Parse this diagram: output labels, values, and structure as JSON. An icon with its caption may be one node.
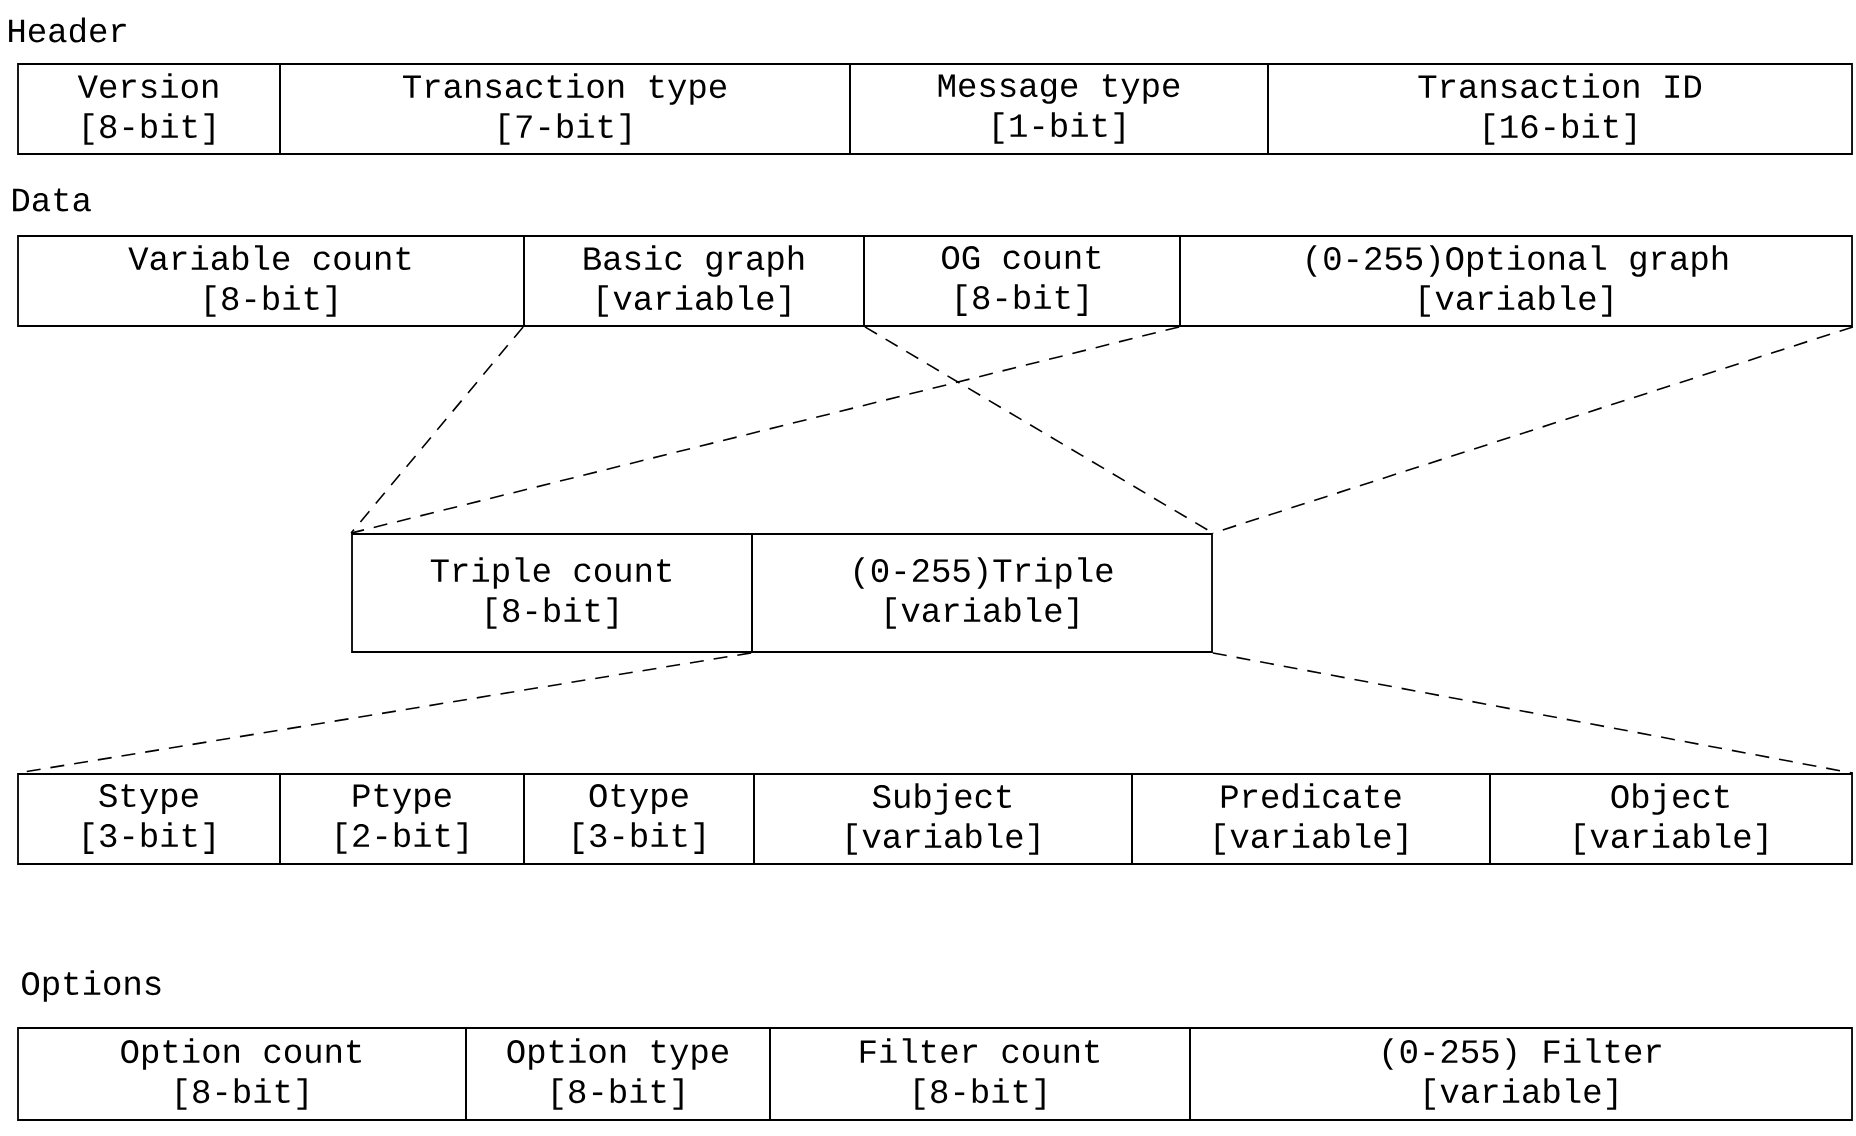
{
  "diagram": {
    "nodes": [
      {
        "text": [
          "Version",
          "[8-bit]"
        ]
      },
      {
        "text": [
          "Transaction type",
          "[7-bit]"
        ]
      },
      {
        "text": [
          "Message type",
          "[1-bit]"
        ]
      },
      {
        "text": [
          "Transaction ID",
          "[16-bit]"
        ]
      },
      {
        "text": [
          "Variable count",
          "[8-bit]"
        ]
      },
      {
        "text": [
          "Basic graph",
          "[variable]"
        ]
      },
      {
        "text": [
          "OG count",
          "[8-bit]"
        ]
      },
      {
        "text": [
          "(0-255)Optional graph",
          "[variable]"
        ]
      },
      {
        "text": [
          "Triple count",
          "[8-bit]"
        ]
      },
      {
        "text": [
          "(0-255)Triple",
          "[variable]"
        ]
      },
      {
        "text": [
          "Stype",
          "[3-bit]"
        ]
      },
      {
        "text": [
          "Ptype",
          "[2-bit]"
        ]
      },
      {
        "text": [
          "Otype",
          "[3-bit]"
        ]
      },
      {
        "text": [
          "Subject",
          "[variable]"
        ]
      },
      {
        "text": [
          "Predicate",
          "[variable]"
        ]
      },
      {
        "text": [
          "Object",
          "[variable]"
        ]
      },
      {
        "text": [
          "Option count",
          "[8-bit]"
        ]
      },
      {
        "text": [
          "Option type",
          "[8-bit]"
        ]
      },
      {
        "text": [
          "Filter count",
          "[8-bit]"
        ]
      },
      {
        "text": [
          "(0-255) Filter",
          "[variable]"
        ]
      }
    ],
    "edges": [
      {
        "from": 5,
        "to": 8,
        "arrow": "none",
        "style": "dashed"
      },
      {
        "from": 5,
        "to": 9,
        "arrow": "none",
        "style": "dashed"
      },
      {
        "from": 7,
        "to": 8,
        "arrow": "none",
        "style": "dashed"
      },
      {
        "from": 7,
        "to": 9,
        "arrow": "none",
        "style": "dashed"
      },
      {
        "from": 9,
        "to": 10,
        "arrow": "none",
        "style": "dashed"
      },
      {
        "from": 9,
        "to": 15,
        "arrow": "none",
        "style": "dashed"
      }
    ],
    "labels": [
      "Header",
      "Data",
      "Options"
    ]
  }
}
